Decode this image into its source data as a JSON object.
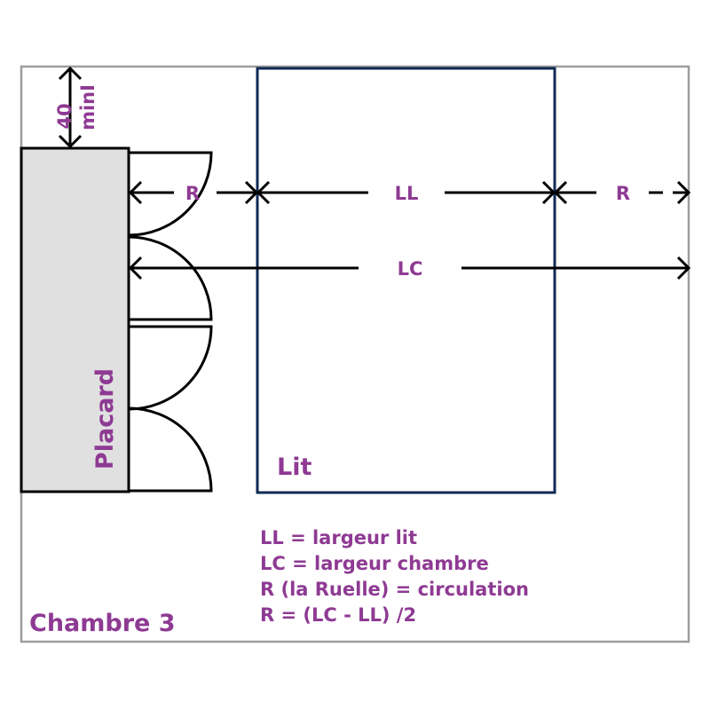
{
  "room_label": "Chambre 3",
  "wardrobe_label": "Placard",
  "bed_label": "Lit",
  "clearance": {
    "value": "40",
    "unit": "minI"
  },
  "dimensions": {
    "ruelle_left": "R",
    "bed_width": "LL",
    "ruelle_right": "R",
    "room_width": "LC"
  },
  "legend": [
    "LL = largeur lit",
    "LC = largeur chambre",
    "R (la Ruelle) = circulation",
    "R = (LC - LL) /2"
  ],
  "colors": {
    "text": "#8e3a93",
    "room_border": "#9e9e9e",
    "bed_border": "#0f2a55",
    "wardrobe_fill": "#e0e0e0",
    "lines": "#000000"
  }
}
